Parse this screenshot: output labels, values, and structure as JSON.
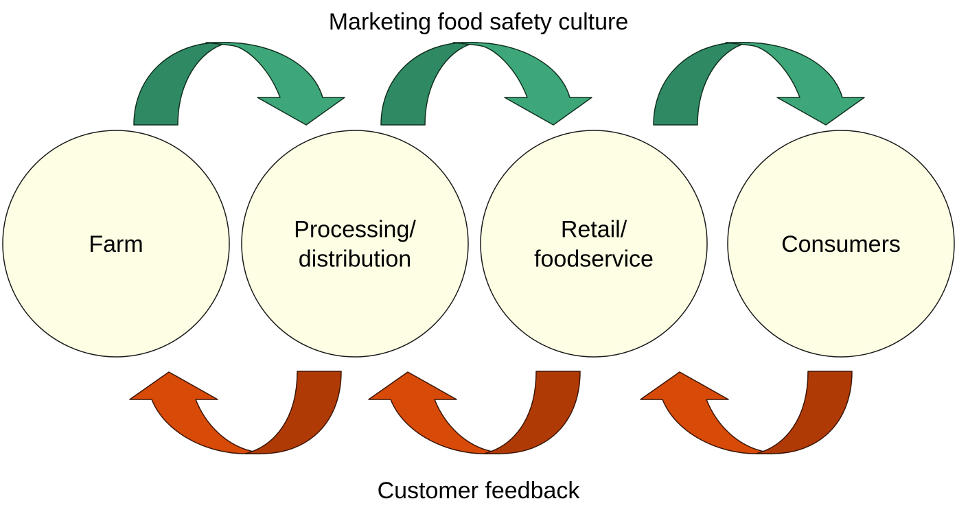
{
  "title": "Marketing food safety culture",
  "footer": "Customer feedback",
  "nodes": [
    {
      "id": "farm",
      "lines": [
        "Farm"
      ]
    },
    {
      "id": "processing-distribution",
      "lines": [
        "Processing/",
        "distribution"
      ]
    },
    {
      "id": "retail-foodservice",
      "lines": [
        "Retail/",
        "foodservice"
      ]
    },
    {
      "id": "consumers",
      "lines": [
        "Consumers"
      ]
    }
  ],
  "forward_arrows": [
    {
      "from": "farm",
      "to": "processing-distribution",
      "meaning": "marketing food safety culture"
    },
    {
      "from": "processing-distribution",
      "to": "retail-foodservice",
      "meaning": "marketing food safety culture"
    },
    {
      "from": "retail-foodservice",
      "to": "consumers",
      "meaning": "marketing food safety culture"
    }
  ],
  "feedback_arrows": [
    {
      "from": "processing-distribution",
      "to": "farm",
      "meaning": "customer feedback"
    },
    {
      "from": "retail-foodservice",
      "to": "processing-distribution",
      "meaning": "customer feedback"
    },
    {
      "from": "consumers",
      "to": "retail-foodservice",
      "meaning": "customer feedback"
    }
  ],
  "colors": {
    "node_fill": "#FDFEE4",
    "node_stroke": "#1A1A1A",
    "forward_dark": "#2F8A63",
    "forward_light": "#3DA77A",
    "forward_stroke": "#10301F",
    "feedback_dark": "#B03A06",
    "feedback_light": "#D84A08",
    "feedback_stroke": "#3A1505"
  }
}
